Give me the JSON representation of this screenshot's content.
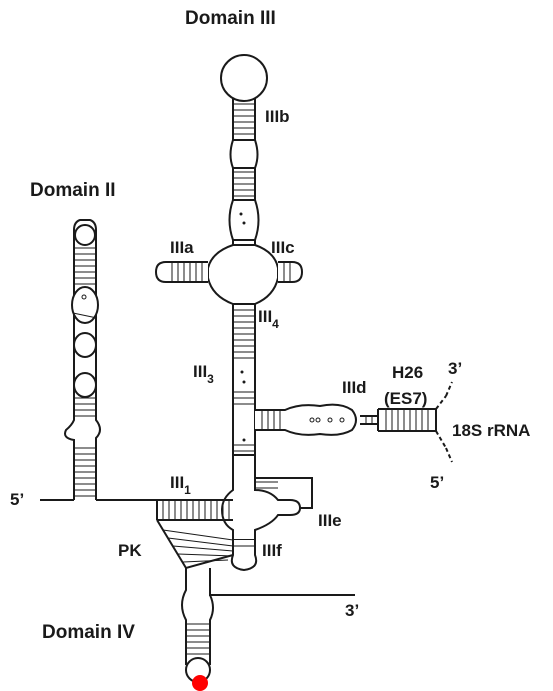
{
  "labels": {
    "domain3": "Domain III",
    "domain2": "Domain II",
    "domain4": "Domain IV",
    "IIIa": "IIIa",
    "IIIb": "IIIb",
    "IIIc": "IIIc",
    "IIId": "IIId",
    "IIIe": "IIIe",
    "IIIf": "IIIf",
    "III1_main": "III",
    "III1_sub": "1",
    "III3_main": "III",
    "III3_sub": "3",
    "III4_main": "III",
    "III4_sub": "4",
    "h26": "H26",
    "es7": "(ES7)",
    "rrna": "18S rRNA",
    "pk": "PK",
    "five_prime_left": "5’",
    "five_prime_right": "5’",
    "three_prime_top": "3’",
    "three_prime_bottom": "3’"
  },
  "colors": {
    "line": "#1a1a1a",
    "aug_marker": "#ff0000"
  }
}
